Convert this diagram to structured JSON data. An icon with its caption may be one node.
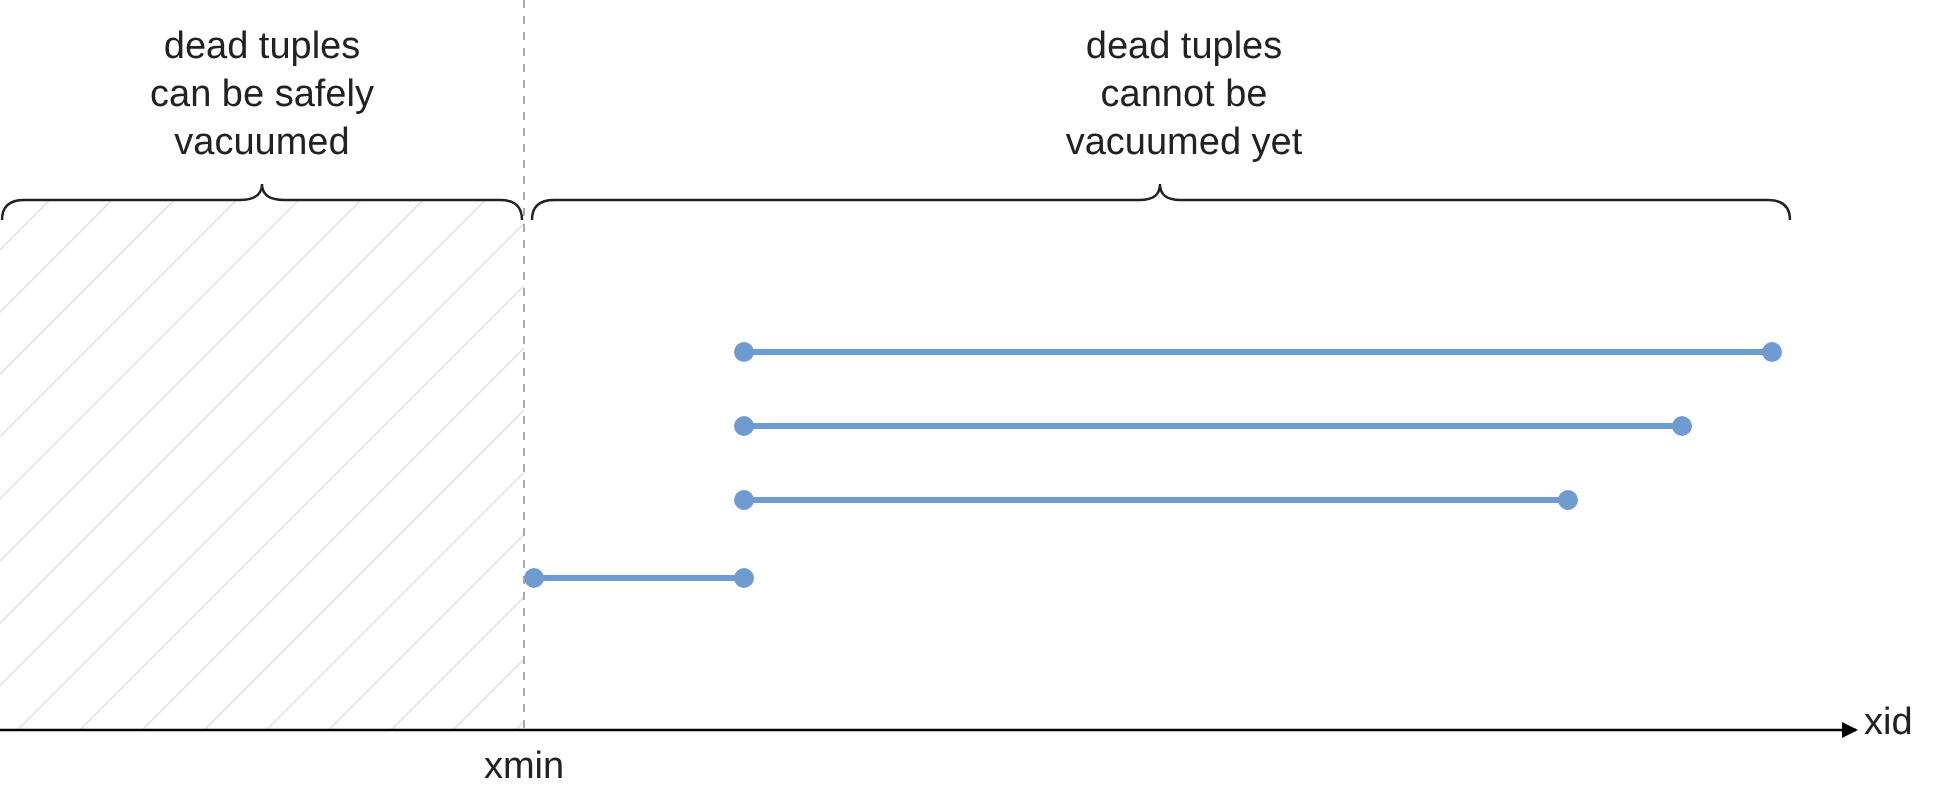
{
  "diagram": {
    "labels": [
      "dead tuples can be safely vacuumed",
      "dead tuples cannot be vacuumed yet",
      "xmin",
      "xid"
    ]
  }
}
